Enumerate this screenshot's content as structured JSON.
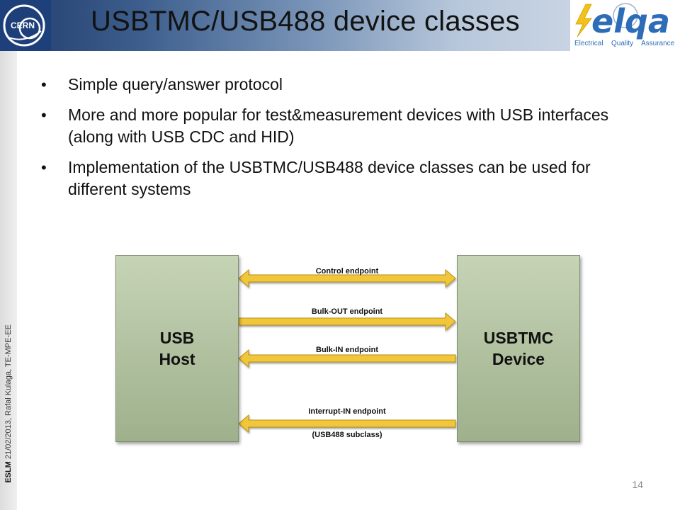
{
  "slide": {
    "title": "USBTMC/USB488 device classes",
    "page_number": "14",
    "footer": {
      "event": "ESLM",
      "details": "21/02/2013, Rafal Kulaga, TE-MPE-EE"
    },
    "logos": {
      "cern_text": "CERN",
      "elqa_text": "elqa",
      "elqa_tagline": [
        "Electrical",
        "Quality",
        "Assurance"
      ]
    }
  },
  "bullets": [
    "Simple query/answer protocol",
    "More and more popular for test&measurement devices with USB interfaces (along with USB CDC and HID)",
    "Implementation of the USBTMC/USB488 device classes can be used for different systems"
  ],
  "diagram": {
    "host": {
      "line1": "USB",
      "line2": "Host"
    },
    "device": {
      "line1": "USBTMC",
      "line2": "Device"
    },
    "endpoints": [
      {
        "label": "Control endpoint",
        "direction": "both"
      },
      {
        "label": "Bulk-OUT endpoint",
        "direction": "to-device"
      },
      {
        "label": "Bulk-IN endpoint",
        "direction": "to-host"
      },
      {
        "label": "Interrupt-IN endpoint",
        "direction": "to-host",
        "note": "(USB488 subclass)"
      }
    ],
    "arrow_color": "#f2c63a",
    "box_color": "#b3c3a1"
  }
}
